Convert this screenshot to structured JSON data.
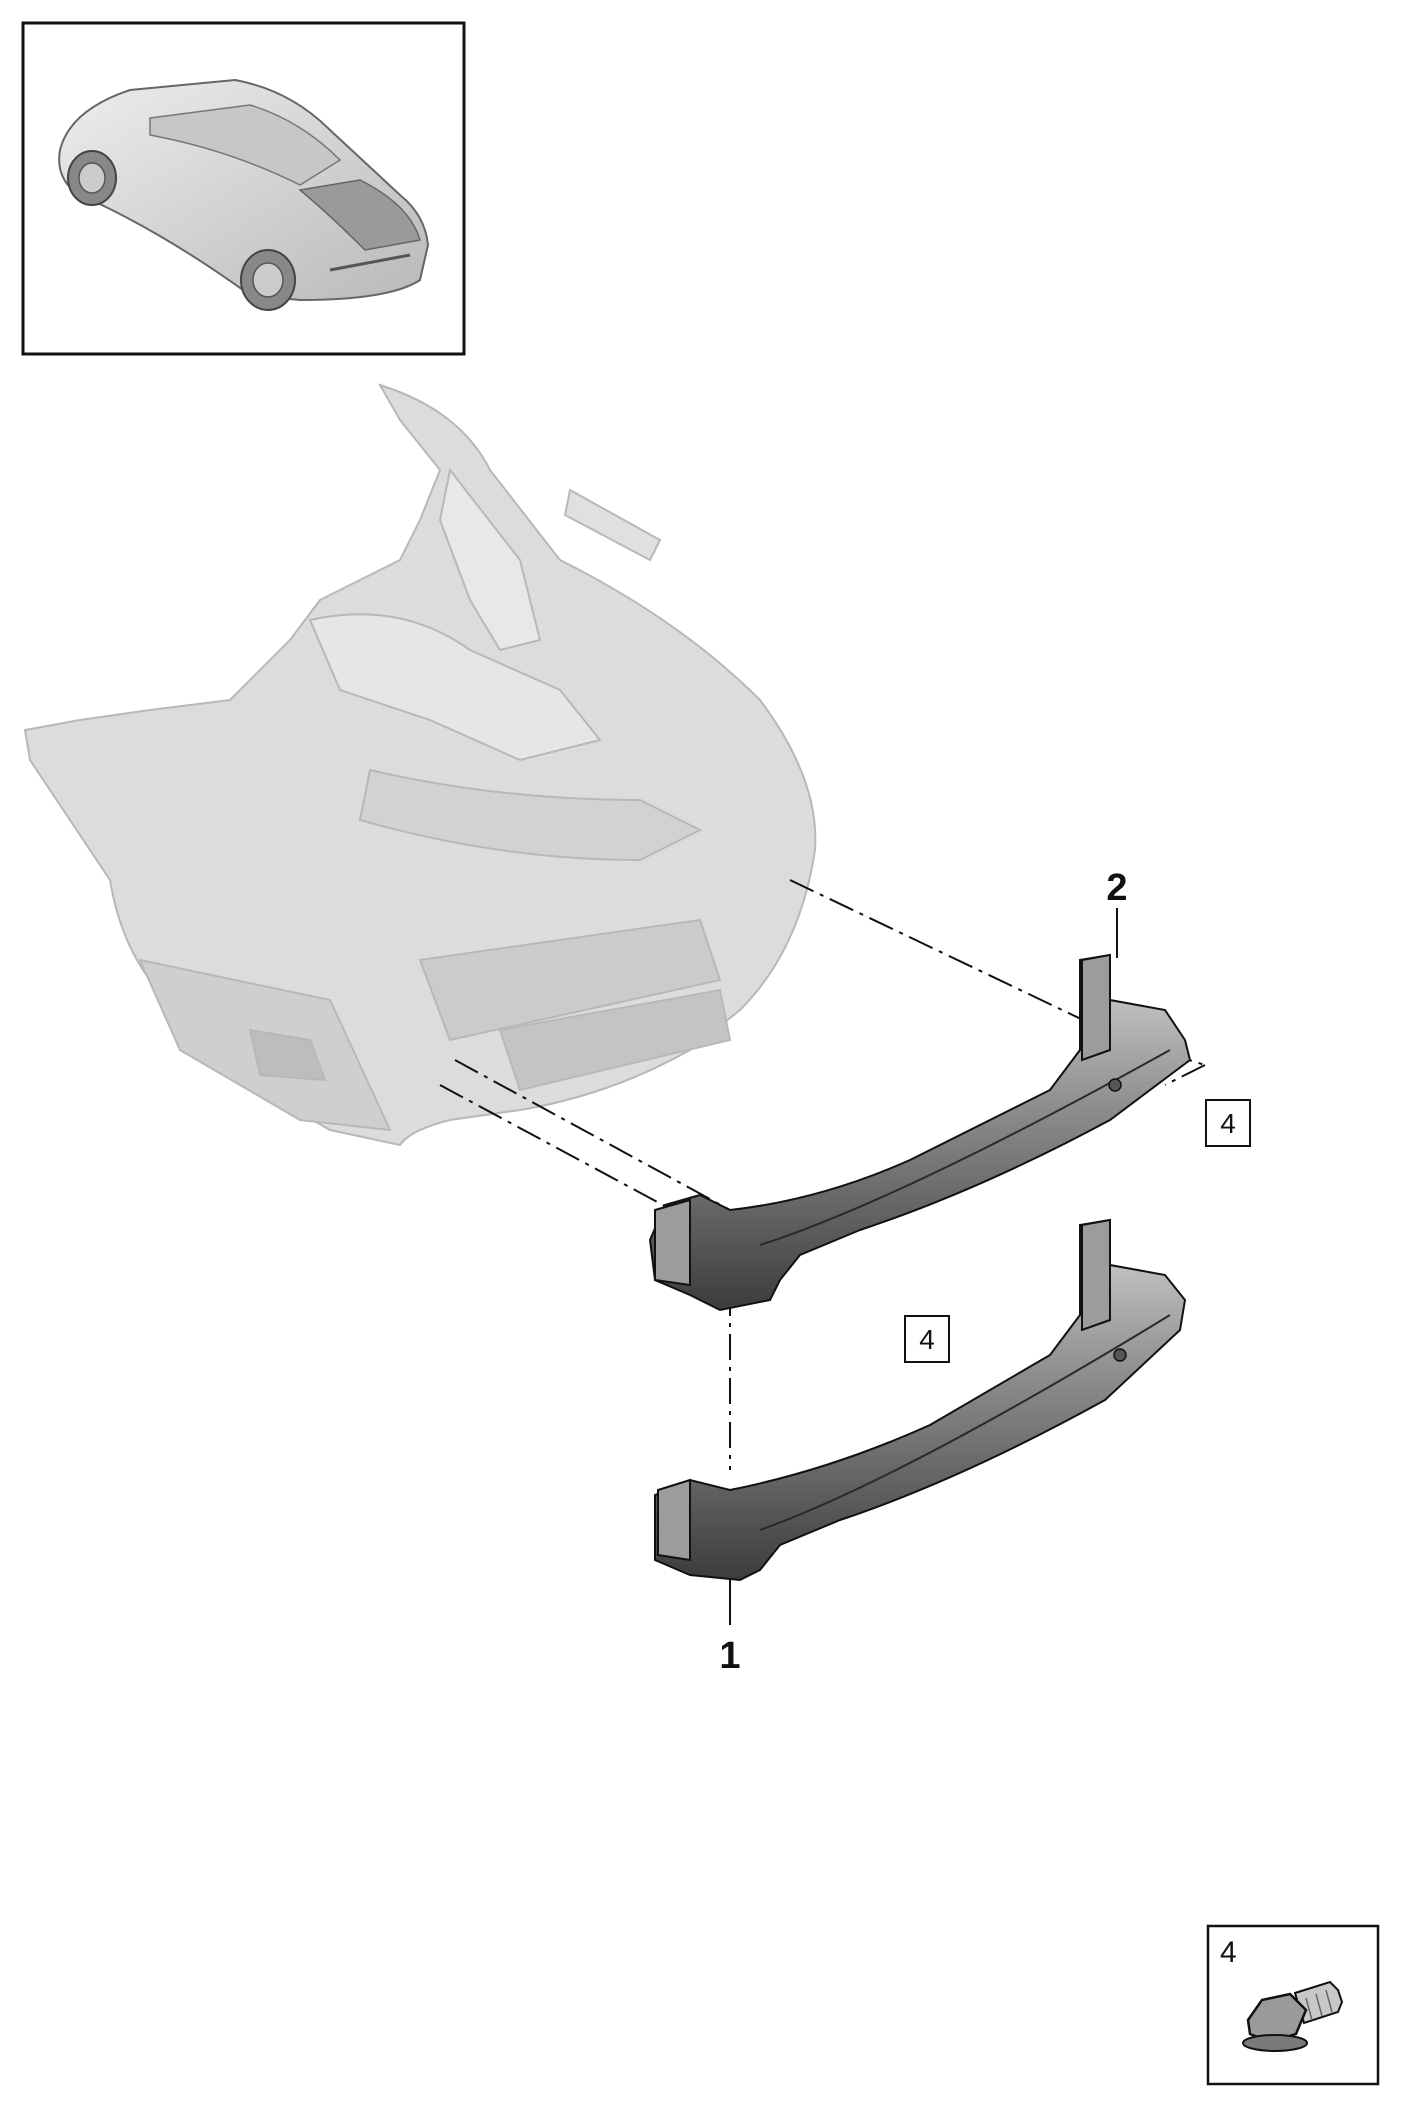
{
  "callouts": {
    "part1": "1",
    "part2": "2",
    "ref_upper": "4",
    "ref_lower": "4"
  },
  "legend": {
    "number": "4",
    "icon": "bolt-icon"
  },
  "colors": {
    "line": "#111111",
    "ghost_body": "#dcdcdc",
    "ghost_outline": "#b8b8b8",
    "beam_dark": "#3c3c3c",
    "beam_mid": "#8a8a8a",
    "beam_light": "#d4d4d4"
  }
}
